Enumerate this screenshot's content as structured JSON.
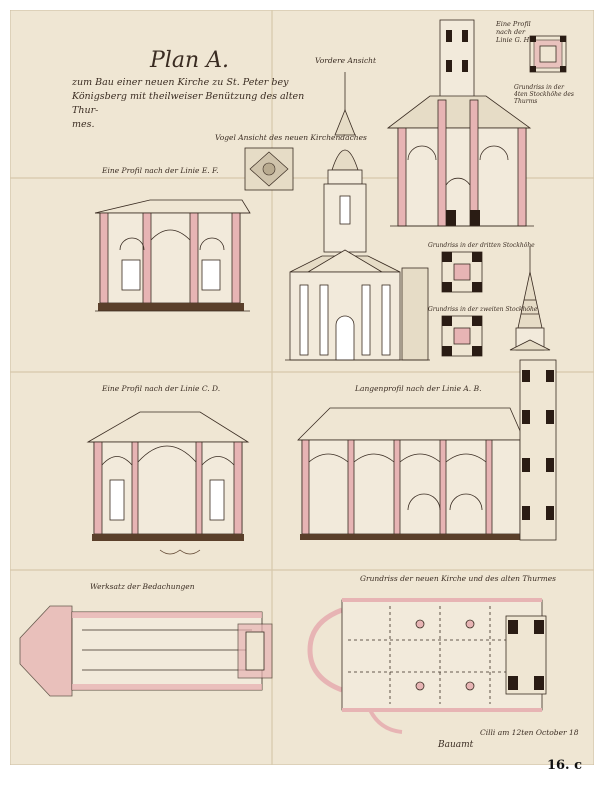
{
  "sheet": {
    "title": "Plan A.",
    "subtitle_line1": "zum Bau einer neuen Kirche zu St. Peter bey",
    "subtitle_line2": "Königsberg mit theilweiser Benützung des alten Thur-",
    "subtitle_line3": "mes.",
    "plate_number": "16. c"
  },
  "captions": {
    "front_view": "Vordere Ansicht",
    "capital_detail": "Vogel Ansicht des neuen Kirchendaches",
    "section_ef": "Eine Profil nach der Linie E. F.",
    "section_cd": "Eine Profil nach der Linie C. D.",
    "longitudinal": "Langenprofil nach der Linie A. B.",
    "tower_section": "Eine Profil nach der Linie G. H.",
    "tower_plan_top": "Grundriss in der 4ten Stockhöhe des Thurms",
    "tower_plan_mid1": "Grundriss in der dritten Stockhöhe",
    "tower_plan_mid2": "Grundriss in der zweiten Stockhöhe",
    "roof_plan": "Werksatz der Bedachungen",
    "ground_plan": "Grundriss der neuen Kirche und des alten Thurmes",
    "date_note": "Cilli am 12ten October 18",
    "signature": "Bauamt"
  },
  "colors": {
    "paper": "#efe6d3",
    "ink": "#3a2c22",
    "pink": "#e7b4b4",
    "dark": "#2a1c14",
    "earth": "#5a3f2a"
  }
}
